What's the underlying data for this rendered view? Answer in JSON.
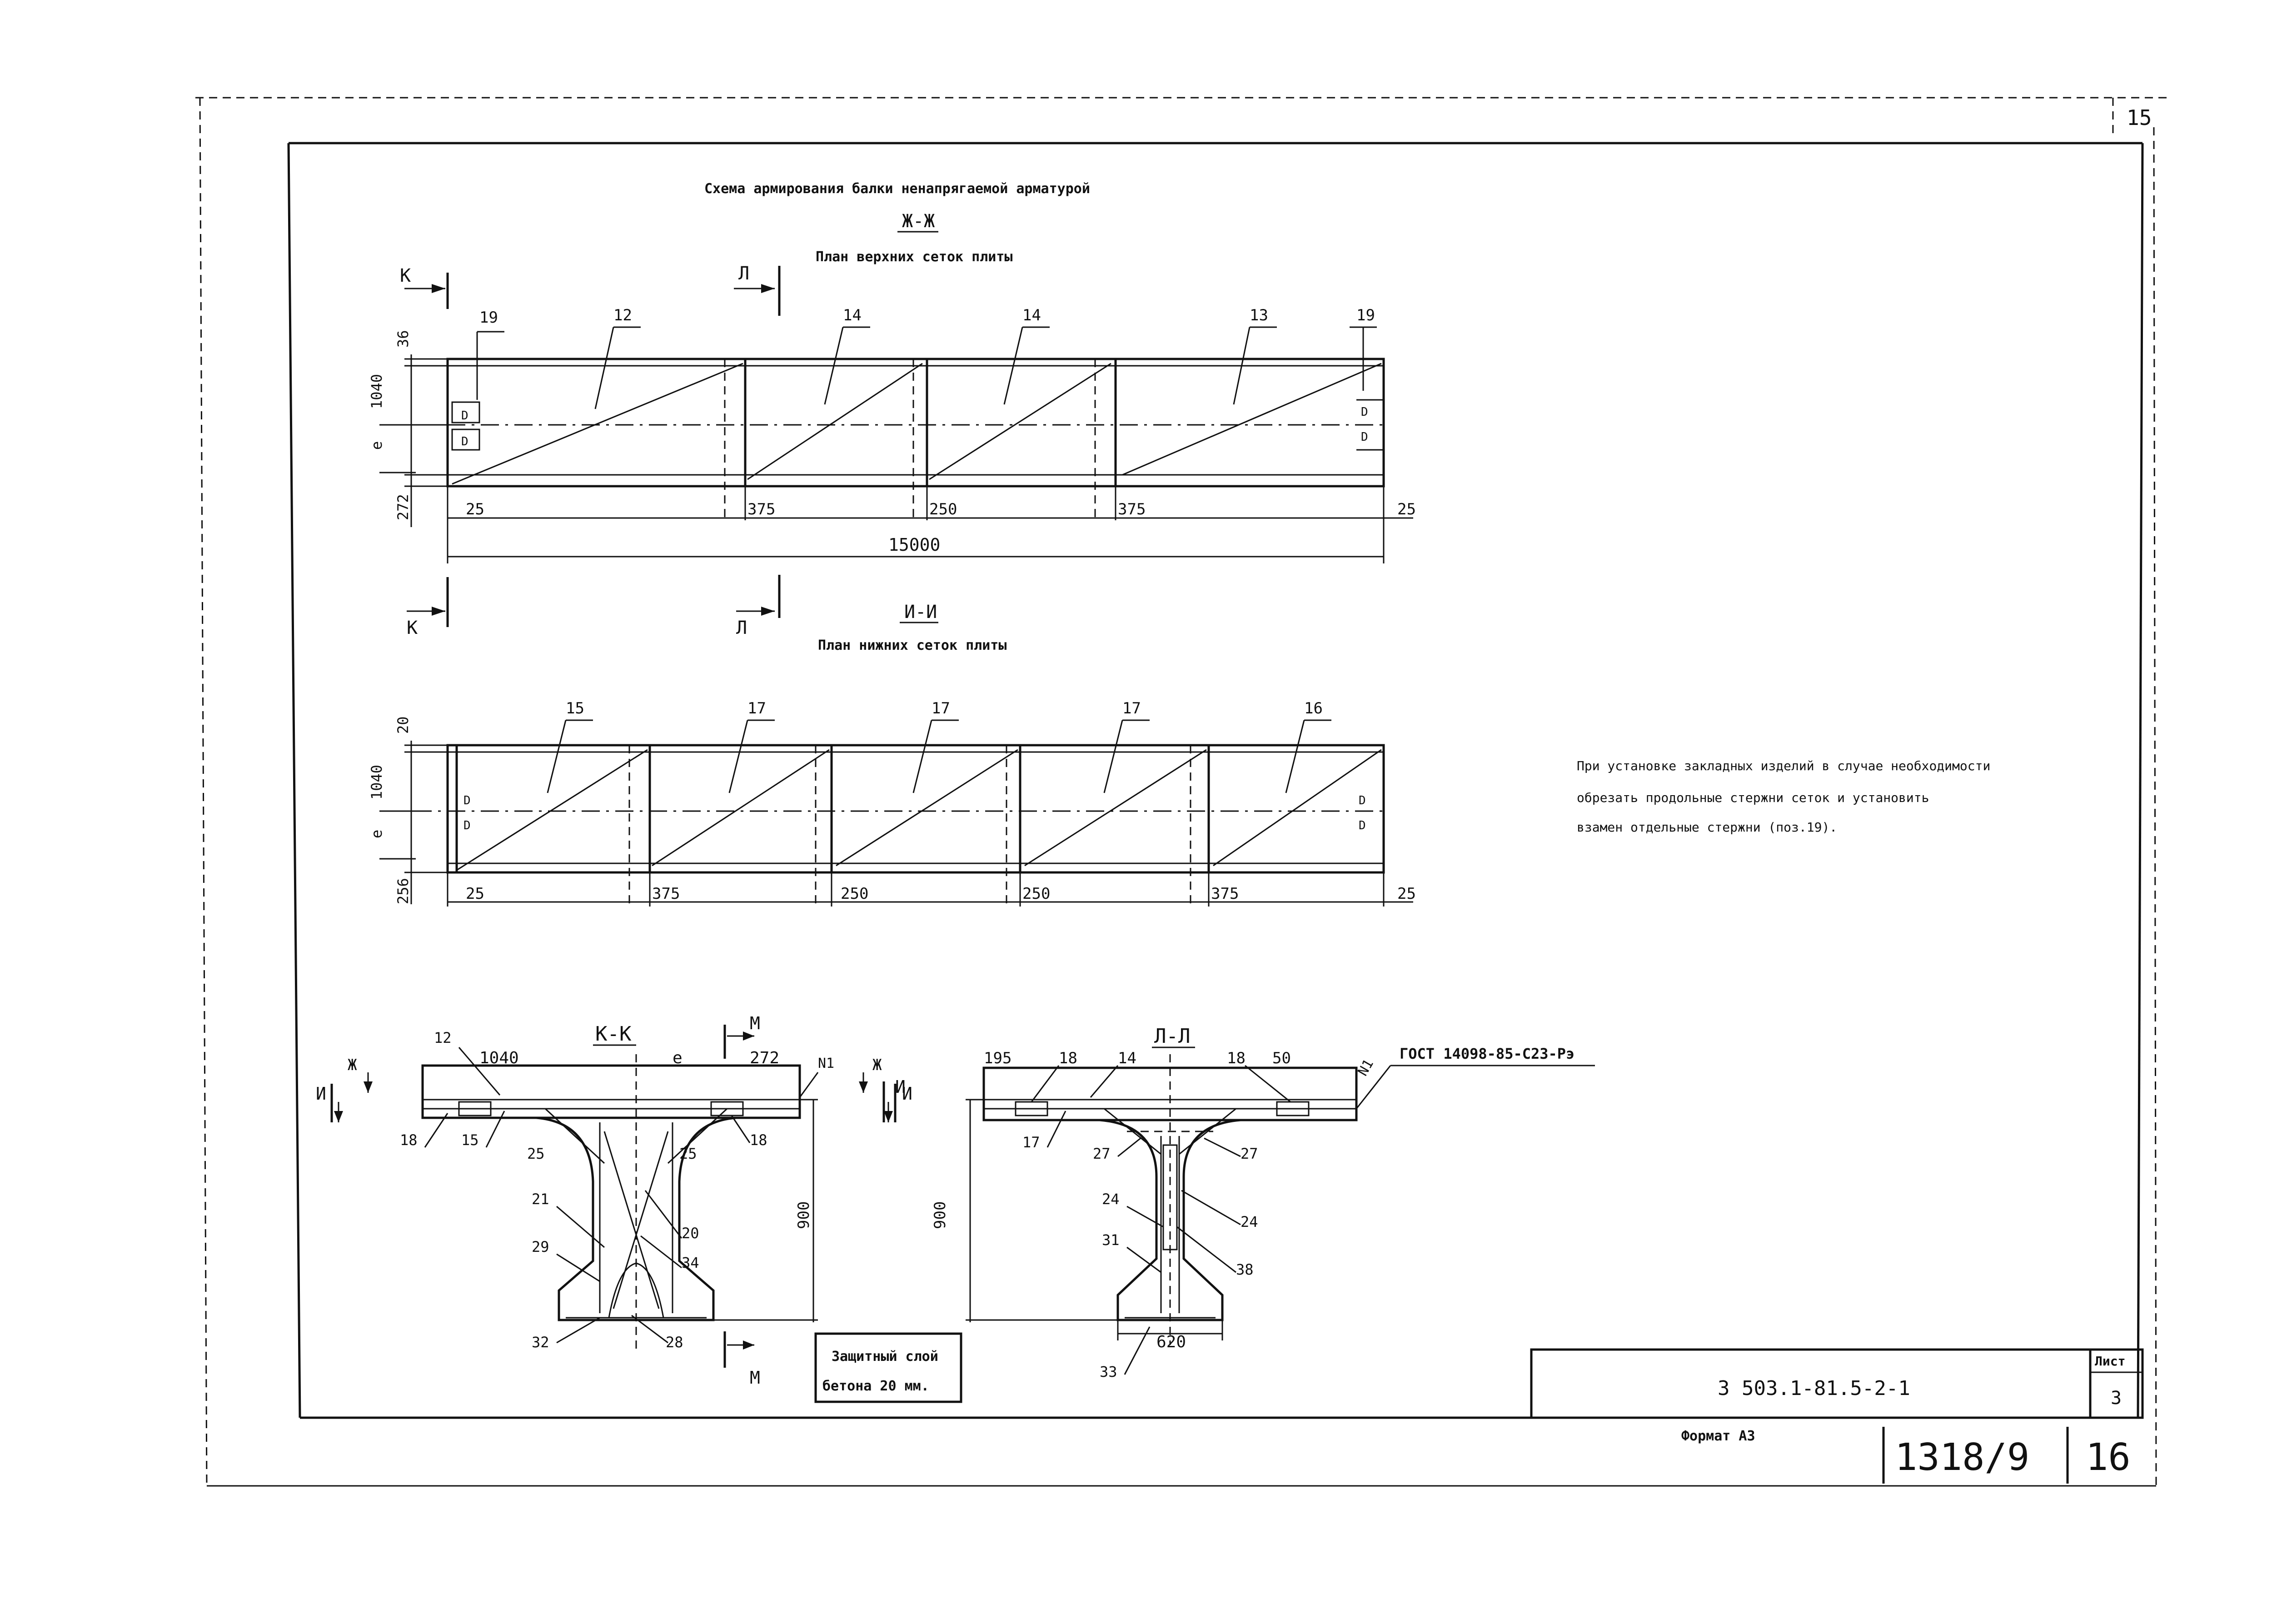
{
  "corner_sheet_number": "15",
  "main_title": "Схема армирования балки ненапрягаемой арматурой",
  "section_ZhZh": {
    "label": "Ж-Ж",
    "subtitle": "План верхних сеток плиты"
  },
  "section_II": {
    "label": "И-И",
    "subtitle": "План нижних сеток плиты"
  },
  "section_KK": {
    "label": "К-К"
  },
  "section_LL": {
    "label": "Л-Л"
  },
  "cut_marks": {
    "K": "К",
    "L": "Л",
    "M": "М",
    "Zh": "Ж",
    "I": "И"
  },
  "top_plan": {
    "position_labels": [
      "19",
      "12",
      "14",
      "14",
      "13",
      "19"
    ],
    "dims_left": [
      "36",
      "1040",
      "e",
      "272"
    ],
    "dims_bottom": [
      "25",
      "375",
      "250",
      "375",
      "25"
    ],
    "overall_length": "15000",
    "edge_marks": [
      "D",
      "D",
      "D",
      "D"
    ]
  },
  "bottom_plan": {
    "position_labels": [
      "15",
      "17",
      "17",
      "17",
      "16"
    ],
    "dims_left": [
      "20",
      "1040",
      "e",
      "256"
    ],
    "dims_bottom": [
      "25",
      "375",
      "250",
      "250",
      "375",
      "25"
    ],
    "edge_marks": [
      "D",
      "D",
      "D",
      "D"
    ]
  },
  "section_kk_labels": {
    "top": [
      "12",
      "1040",
      "e",
      "272",
      "N1"
    ],
    "left": [
      "18",
      "15",
      "25",
      "21",
      "29",
      "32"
    ],
    "right": [
      "18",
      "25",
      "20",
      "34",
      "28"
    ],
    "height": "900"
  },
  "section_ll_labels": {
    "top": [
      "195",
      "18",
      "14",
      "18",
      "50",
      "N1"
    ],
    "left": [
      "17",
      "27",
      "24",
      "31",
      "33"
    ],
    "right": [
      "27",
      "24",
      "38"
    ],
    "height": "900",
    "bottom_width": "620"
  },
  "gost_label": "ГОСТ 14098-85-С23-Рэ",
  "note_box": {
    "line1": "Защитный слой",
    "line2": "бетона 20 мм."
  },
  "side_note": {
    "line1": "При установке закладных изделий в случае необходимости",
    "line2": "обрезать продольные стержни сеток и установить",
    "line3": "взамен отдельные стержни (поз.19)."
  },
  "title_block": {
    "doc_code": "3 503.1-81.5-2-1",
    "sheet_label": "Лист",
    "sheet_number": "3"
  },
  "format_label": "Формат А3",
  "archive_number": "1318/9",
  "page_number": "16"
}
